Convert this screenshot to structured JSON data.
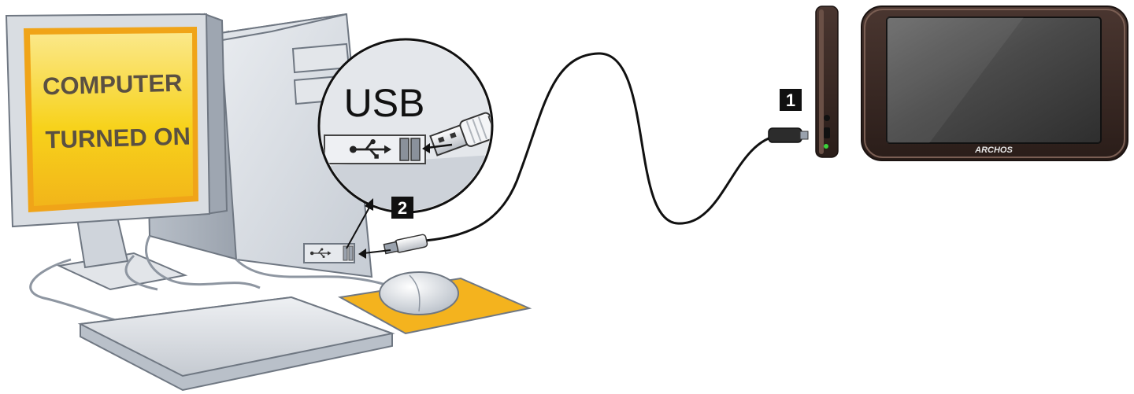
{
  "screen": {
    "line1": "COMPUTER",
    "line2": "TURNED ON"
  },
  "zoom": {
    "label": "USB"
  },
  "steps": {
    "step1": "1",
    "step2": "2"
  },
  "device": {
    "brand": "ARCHOS"
  },
  "icons": {
    "usb_symbol": "usb-icon"
  },
  "colors": {
    "screen_yellow": "#f7d21b",
    "screen_orange": "#f0a418",
    "mousepad": "#f4b31e",
    "case_gray": "#cfd4db",
    "device_body": "#3b2a24",
    "cable": "#111111"
  }
}
